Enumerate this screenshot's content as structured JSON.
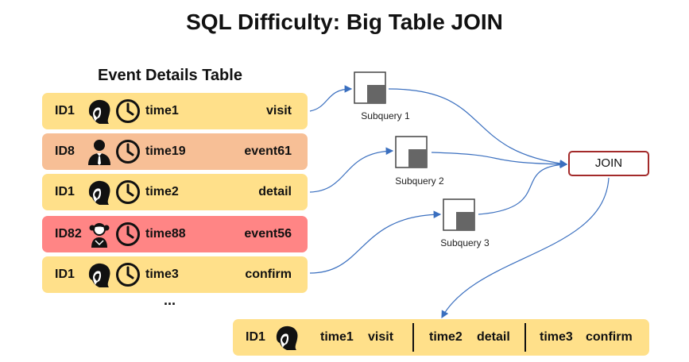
{
  "title": "SQL Difficulty: Big Table JOIN",
  "table": {
    "title": "Event Details Table",
    "rows": [
      {
        "id": "ID1",
        "time": "time1",
        "event": "visit",
        "color": "#ffe08a",
        "person": "woman-head-icon"
      },
      {
        "id": "ID8",
        "time": "time19",
        "event": "event61",
        "color": "#f7bf96",
        "person": "man-in-suit-icon"
      },
      {
        "id": "ID1",
        "time": "time2",
        "event": "detail",
        "color": "#ffe08a",
        "person": "woman-head-icon"
      },
      {
        "id": "ID82",
        "time": "time88",
        "event": "event56",
        "color": "#ff8585",
        "person": "girl-icon"
      },
      {
        "id": "ID1",
        "time": "time3",
        "event": "confirm",
        "color": "#ffe08a",
        "person": "woman-head-icon"
      }
    ],
    "ellipsis": "..."
  },
  "subqueries": [
    {
      "label": "Subquery 1"
    },
    {
      "label": "Subquery 2"
    },
    {
      "label": "Subquery 3"
    }
  ],
  "join": {
    "label": "JOIN",
    "border_color": "#a32a2a"
  },
  "result": {
    "id": "ID1",
    "segments": [
      {
        "time": "time1",
        "event": "visit"
      },
      {
        "time": "time2",
        "event": "detail"
      },
      {
        "time": "time3",
        "event": "confirm"
      }
    ],
    "color": "#ffe08a"
  },
  "colors": {
    "arrow": "#3a6fbf",
    "subquery_fill": "#666666"
  }
}
